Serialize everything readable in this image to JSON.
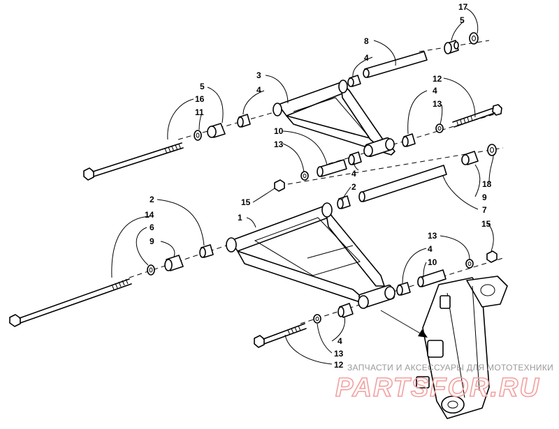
{
  "callouts": {
    "c17": "17",
    "c5a": "5",
    "c8": "8",
    "c4a": "4",
    "c3": "3",
    "c4b": "4",
    "c5b": "5",
    "c16": "16",
    "c11": "11",
    "c12a": "12",
    "c4c": "4",
    "c13a": "13",
    "c10a": "10",
    "c13b": "13",
    "c4d": "4",
    "c15a": "15",
    "c2a": "2",
    "c18": "18",
    "c9a": "9",
    "c7": "7",
    "c1": "1",
    "c2b": "2",
    "c14": "14",
    "c6": "6",
    "c9b": "9",
    "c13c": "13",
    "c15b": "15",
    "c4e": "4",
    "c10b": "10",
    "c4f": "4",
    "c13d": "13",
    "c12b": "12"
  },
  "watermark": {
    "tagline": "ЗАПЧАСТИ И АКСЕССУАРЫ ДЛЯ МОТОТЕХНИКИ",
    "brand": "PARTSFOR.RU",
    "logo_color": "#f2a0a0"
  }
}
